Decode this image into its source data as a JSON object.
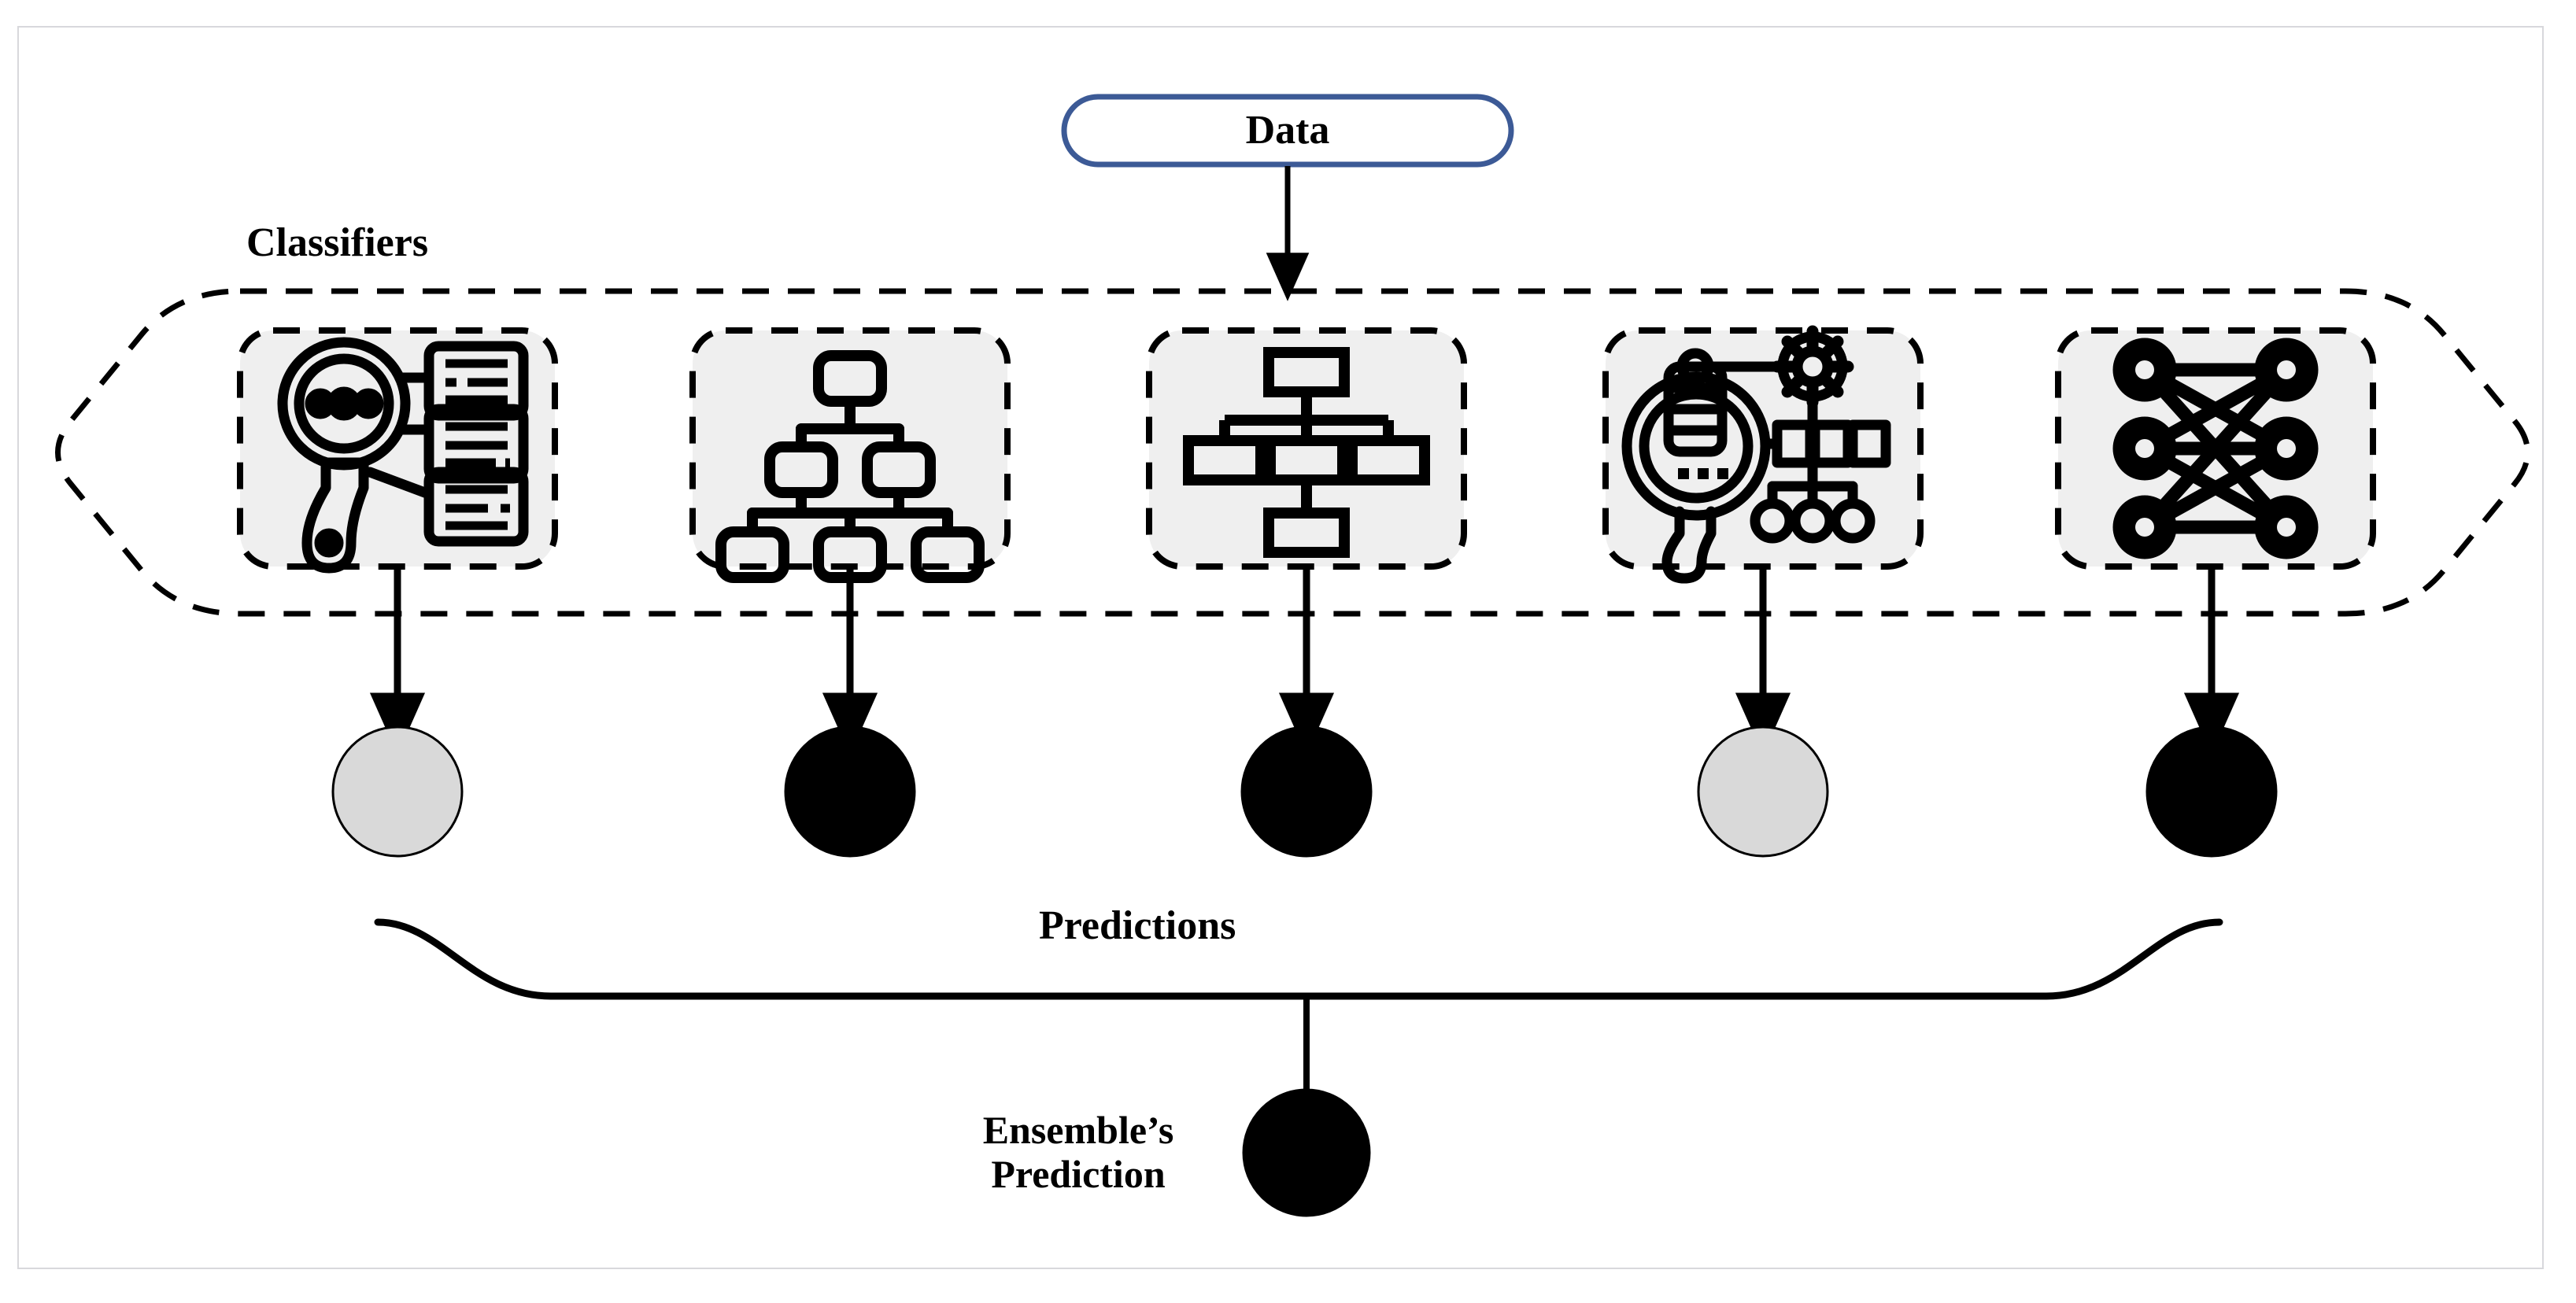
{
  "diagram": {
    "title_node": {
      "label": "Data",
      "shape": "rounded-pill",
      "border_color": "#3c5a96",
      "fill": "#ffffff"
    },
    "group_label": "Classifiers",
    "predictions_label": "Predictions",
    "ensemble_label": "Ensemble’s\nPrediction",
    "colors": {
      "classifier_tile_fill": "#efefef",
      "classifier_tile_border": "#000000",
      "group_border": "#000000",
      "prediction_dark": "#000000",
      "prediction_light": "#d9d9d9",
      "data_border": "#3c5a96",
      "frame_border": "#d8d8dc",
      "background": "#ffffff"
    },
    "classifiers": [
      {
        "id": "classifier-1",
        "icon": "magnifier-documents-icon",
        "name": "feature-analysis-classifier"
      },
      {
        "id": "classifier-2",
        "icon": "decision-tree-icon",
        "name": "decision-tree-classifier"
      },
      {
        "id": "classifier-3",
        "icon": "flowchart-hierarchy-icon",
        "name": "hierarchy-classifier"
      },
      {
        "id": "classifier-4",
        "icon": "magnifier-gear-network-icon",
        "name": "model-pipeline-classifier"
      },
      {
        "id": "classifier-5",
        "icon": "neural-network-icon",
        "name": "neural-network-classifier"
      }
    ],
    "predictions": [
      {
        "id": "prediction-1",
        "value": "light",
        "fill": "#d9d9d9"
      },
      {
        "id": "prediction-2",
        "value": "dark",
        "fill": "#000000"
      },
      {
        "id": "prediction-3",
        "value": "dark",
        "fill": "#000000"
      },
      {
        "id": "prediction-4",
        "value": "light",
        "fill": "#d9d9d9"
      },
      {
        "id": "prediction-5",
        "value": "dark",
        "fill": "#000000"
      }
    ],
    "ensemble_prediction": {
      "id": "ensemble-prediction",
      "value": "dark",
      "fill": "#000000"
    }
  }
}
